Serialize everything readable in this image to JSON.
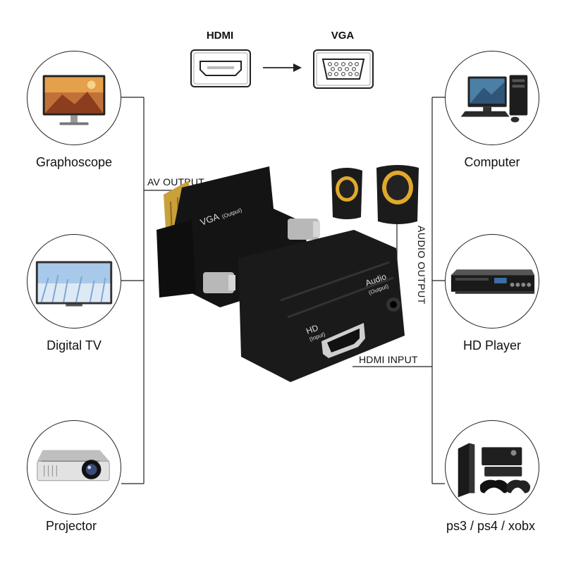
{
  "top": {
    "hdmi_label": "HDMI",
    "vga_label": "VGA"
  },
  "left_devices": [
    {
      "label": "Graphoscope",
      "icon": "monitor-icon"
    },
    {
      "label": "Digital TV",
      "icon": "tv-icon"
    },
    {
      "label": "Projector",
      "icon": "projector-icon"
    }
  ],
  "right_devices": [
    {
      "label": "Computer",
      "icon": "computer-icon"
    },
    {
      "label": "HD Player",
      "icon": "dvd-player-icon"
    },
    {
      "label": "ps3 / ps4 / xobx",
      "icon": "game-console-icon"
    }
  ],
  "connections": {
    "av_output": "AV OUTPUT",
    "audio_output": "AUDIO OUTPUT",
    "hdmi_input": "HDMI INPUT"
  },
  "adapter": {
    "vga_port_label": "VGA",
    "vga_port_sub": "(Output)",
    "audio_port_label": "Audio",
    "audio_port_sub": "(Output)",
    "hd_port_label": "HD",
    "hd_port_sub": "(Input)"
  }
}
